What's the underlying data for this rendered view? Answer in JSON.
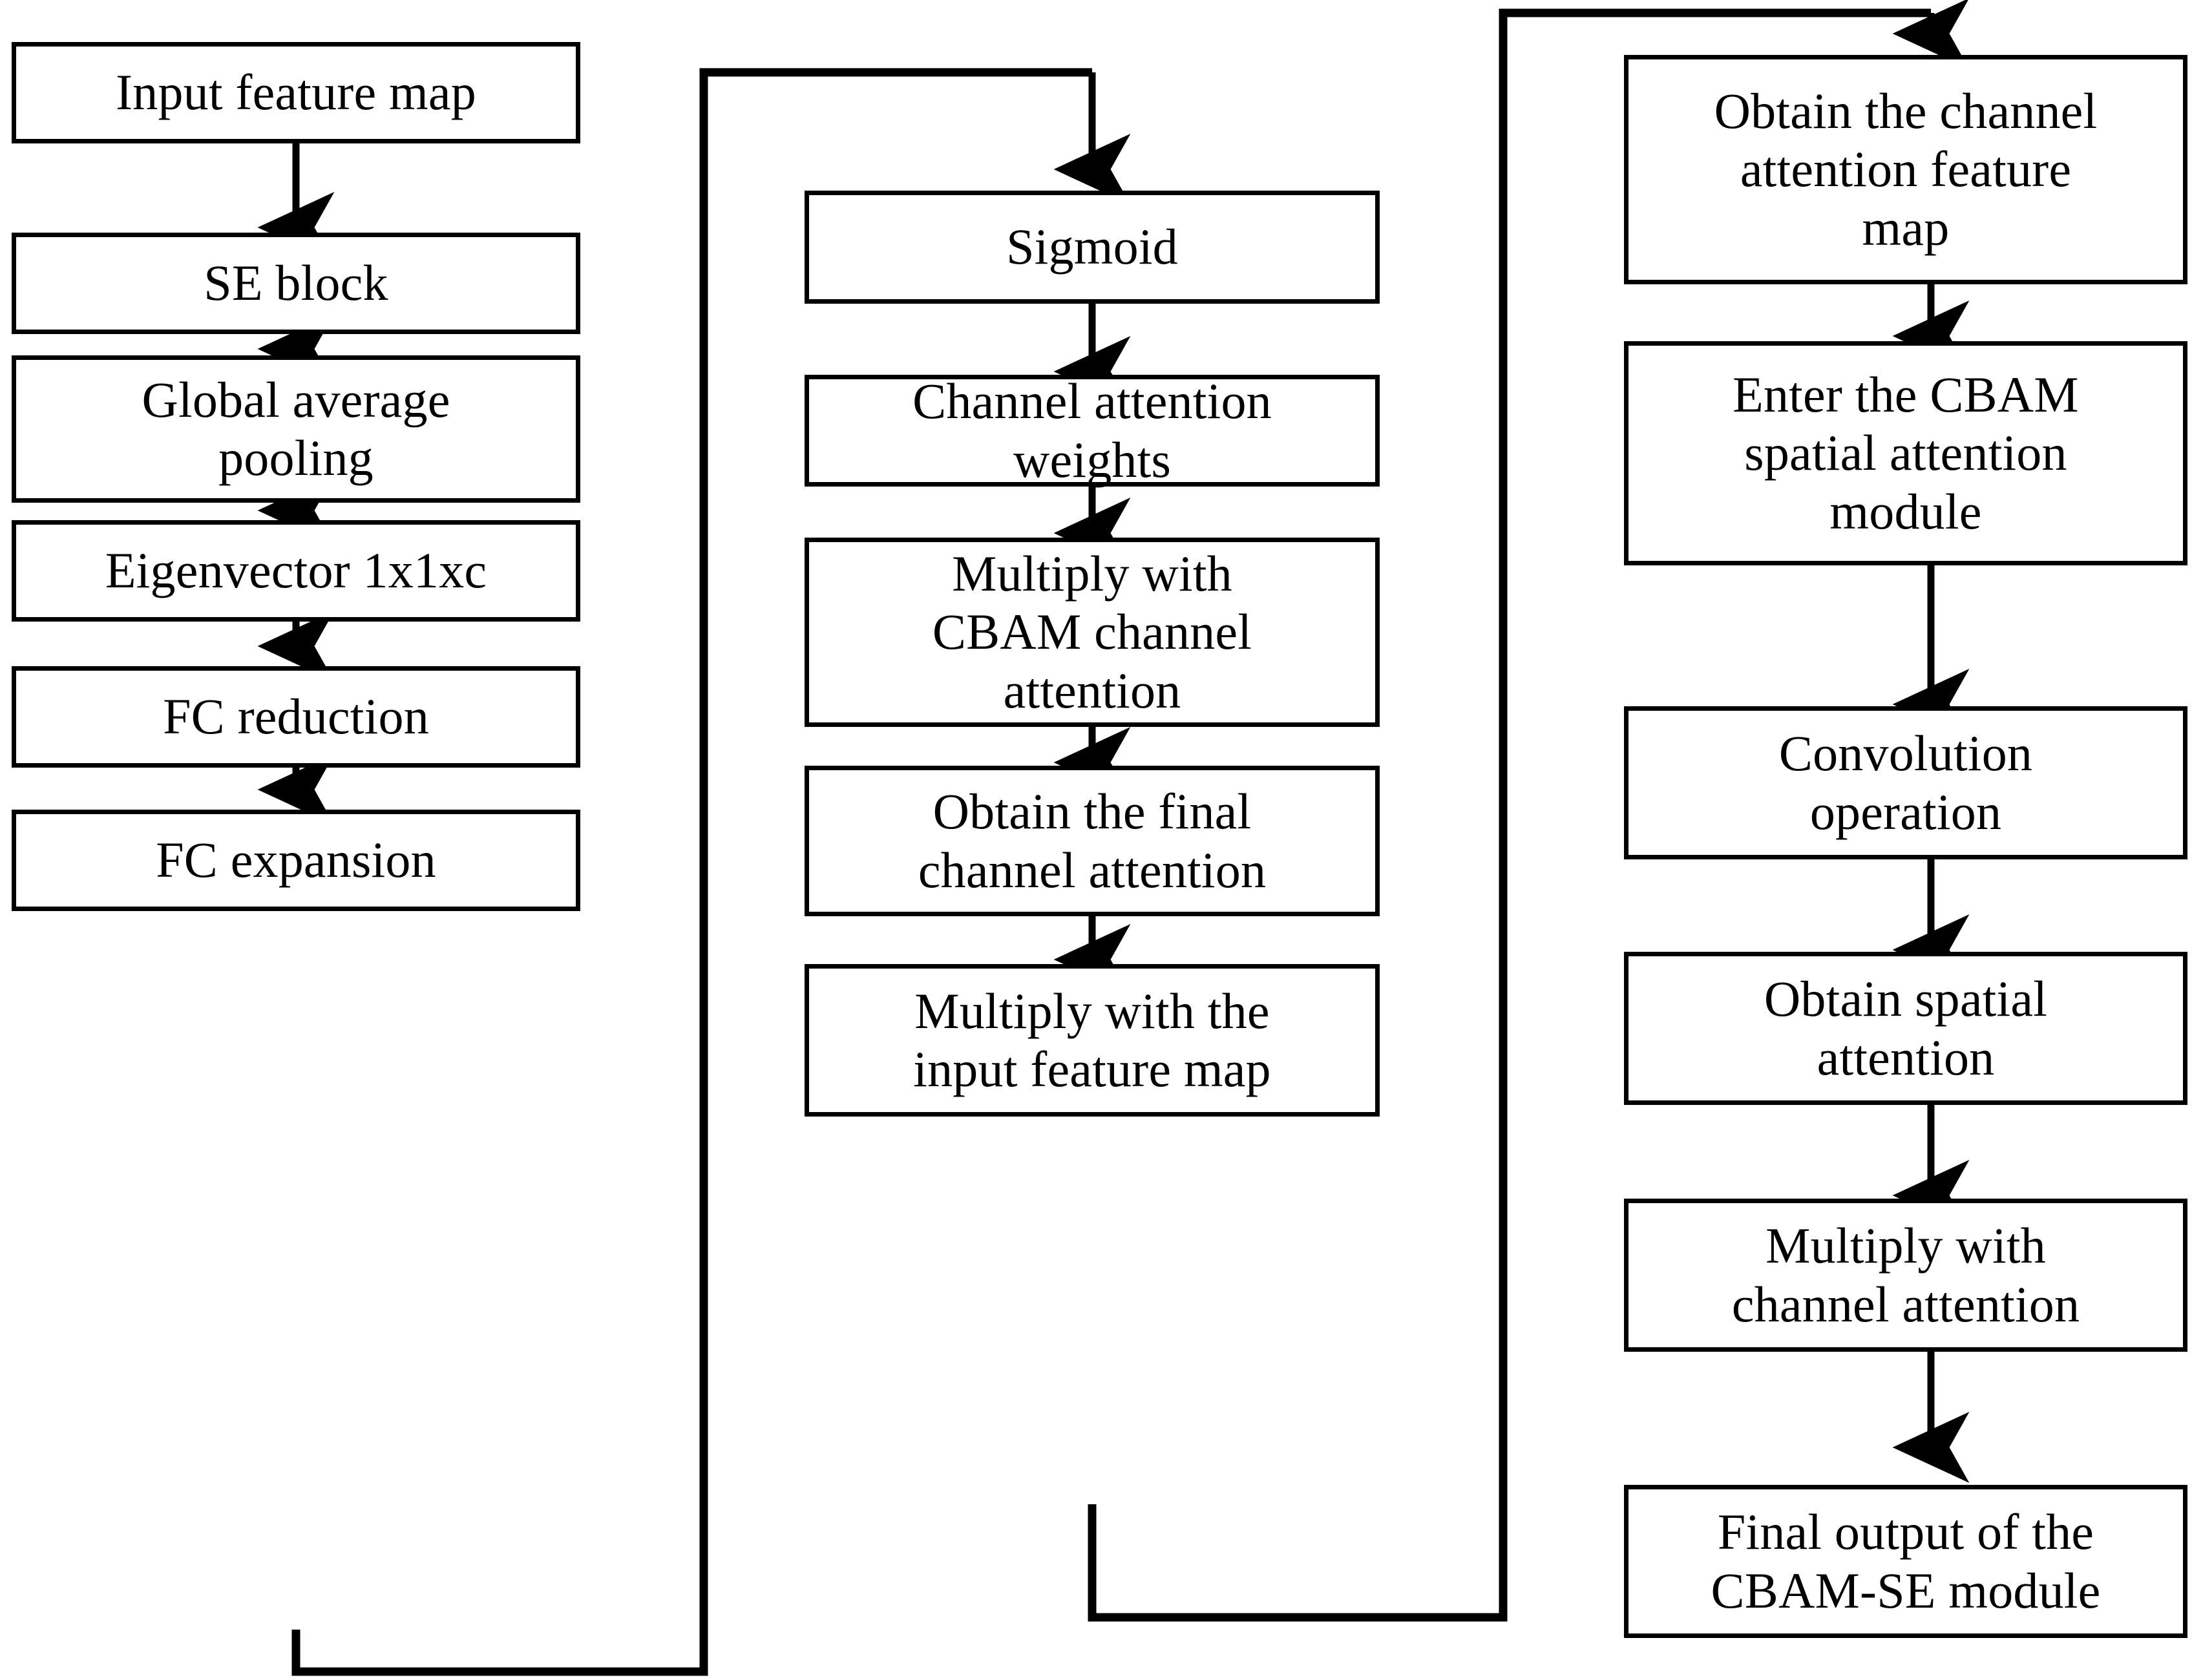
{
  "diagram": {
    "title": "CBAM-SE module flowchart",
    "type": "flowchart",
    "orientation": "three-column-serpentine",
    "stroke_color": "#000000",
    "background_color": "#ffffff",
    "columns": [
      {
        "id": "column-left",
        "nodes": [
          {
            "id": "input-feature-map",
            "label": "Input feature map"
          },
          {
            "id": "se-block",
            "label": "SE block"
          },
          {
            "id": "global-average-pooling",
            "label": "Global average\npooling"
          },
          {
            "id": "eigenvector",
            "label": "Eigenvector 1x1xc"
          },
          {
            "id": "fc-reduction",
            "label": "FC reduction"
          },
          {
            "id": "fc-expansion",
            "label": "FC expansion"
          }
        ]
      },
      {
        "id": "column-middle",
        "nodes": [
          {
            "id": "sigmoid",
            "label": "Sigmoid"
          },
          {
            "id": "channel-attention-weights",
            "label": "Channel attention\nweights"
          },
          {
            "id": "multiply-with-cbam-channel-attention",
            "label": "Multiply with\nCBAM channel\nattention"
          },
          {
            "id": "obtain-final-channel-attention",
            "label": "Obtain the final\nchannel attention"
          },
          {
            "id": "multiply-with-input-feature-map",
            "label": "Multiply with the\ninput feature map"
          }
        ]
      },
      {
        "id": "column-right",
        "nodes": [
          {
            "id": "obtain-channel-attention-feature-map",
            "label": "Obtain the channel\nattention feature\nmap"
          },
          {
            "id": "enter-cbam-spatial-attention-module",
            "label": "Enter the CBAM\nspatial attention\nmodule"
          },
          {
            "id": "convolution-operation",
            "label": "Convolution\noperation"
          },
          {
            "id": "obtain-spatial-attention",
            "label": "Obtain spatial\nattention"
          },
          {
            "id": "multiply-with-channel-attention",
            "label": "Multiply with\nchannel attention"
          },
          {
            "id": "final-output-cbam-se-module",
            "label": "Final output of the\nCBAM-SE module"
          }
        ]
      }
    ],
    "edges": [
      {
        "from": "input-feature-map",
        "to": "se-block",
        "kind": "straight-down"
      },
      {
        "from": "se-block",
        "to": "global-average-pooling",
        "kind": "straight-down"
      },
      {
        "from": "global-average-pooling",
        "to": "eigenvector",
        "kind": "straight-down"
      },
      {
        "from": "eigenvector",
        "to": "fc-reduction",
        "kind": "straight-down"
      },
      {
        "from": "fc-reduction",
        "to": "fc-expansion",
        "kind": "straight-down"
      },
      {
        "from": "fc-expansion",
        "to": "sigmoid",
        "kind": "routed-bottom-right-top"
      },
      {
        "from": "sigmoid",
        "to": "channel-attention-weights",
        "kind": "straight-down"
      },
      {
        "from": "channel-attention-weights",
        "to": "multiply-with-cbam-channel-attention",
        "kind": "straight-down"
      },
      {
        "from": "multiply-with-cbam-channel-attention",
        "to": "obtain-final-channel-attention",
        "kind": "straight-down"
      },
      {
        "from": "obtain-final-channel-attention",
        "to": "multiply-with-input-feature-map",
        "kind": "straight-down"
      },
      {
        "from": "multiply-with-input-feature-map",
        "to": "obtain-channel-attention-feature-map",
        "kind": "routed-bottom-right-top"
      },
      {
        "from": "obtain-channel-attention-feature-map",
        "to": "enter-cbam-spatial-attention-module",
        "kind": "straight-down"
      },
      {
        "from": "enter-cbam-spatial-attention-module",
        "to": "convolution-operation",
        "kind": "straight-down"
      },
      {
        "from": "convolution-operation",
        "to": "obtain-spatial-attention",
        "kind": "straight-down"
      },
      {
        "from": "obtain-spatial-attention",
        "to": "multiply-with-channel-attention",
        "kind": "straight-down"
      },
      {
        "from": "multiply-with-channel-attention",
        "to": "final-output-cbam-se-module",
        "kind": "straight-down"
      }
    ]
  }
}
